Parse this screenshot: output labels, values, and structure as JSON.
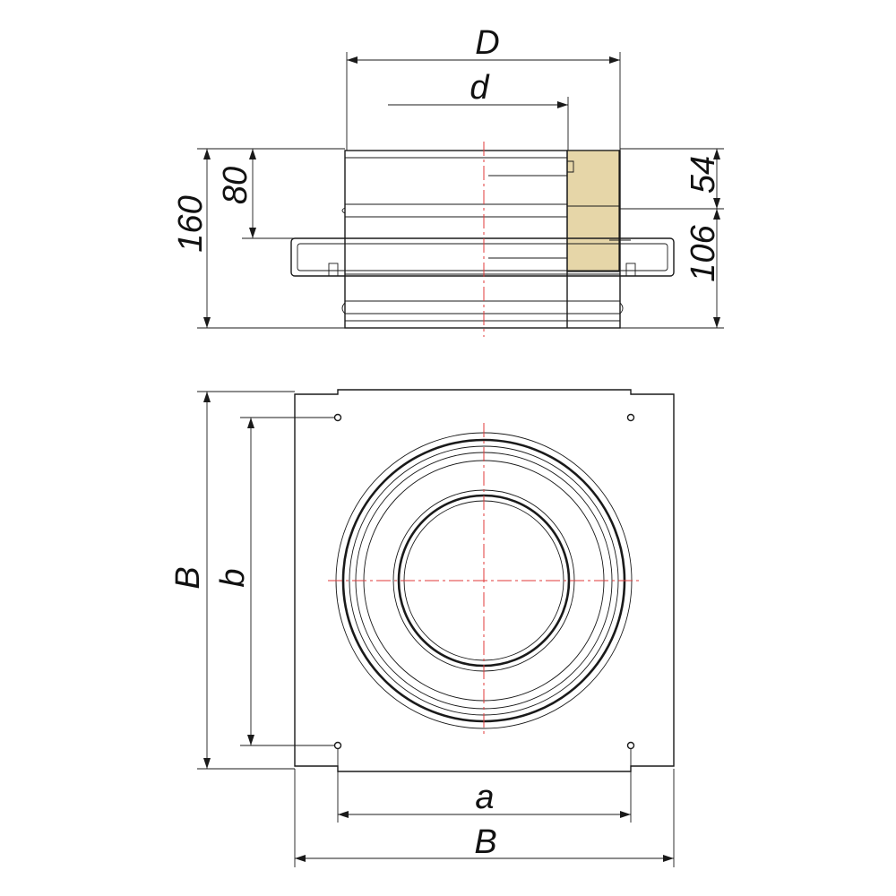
{
  "drawing": {
    "insulation_color": "#e6d6a8",
    "centerline_color": "#e03a3a",
    "line_color": "#1a1a1a",
    "dimensions": {
      "D": "D",
      "d": "d",
      "h_total": "160",
      "h_upper": "80",
      "h_top": "54",
      "h_lower": "106",
      "B_vertical": "B",
      "b_vertical": "b",
      "a_horizontal": "a",
      "B_horizontal": "B"
    }
  }
}
